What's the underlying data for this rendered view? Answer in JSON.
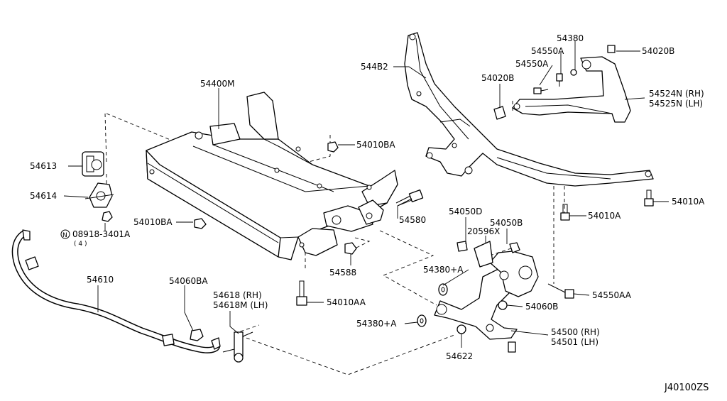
{
  "diagram_code": "J40100ZS",
  "callouts": {
    "p54400M": "54400M",
    "p54010BA_top": "54010BA",
    "p54010BA_left": "54010BA",
    "p54613": "54613",
    "p54614": "54614",
    "p08918": "08918-3401A",
    "p08918_qty": "( 4 )",
    "p08918_prefix": "N",
    "p54580": "54580",
    "p54588": "54588",
    "p54010AA": "54010AA",
    "p54610": "54610",
    "p54060BA": "54060BA",
    "p54618RH": "54618 (RH)",
    "p54618MLH": "54618M (LH)",
    "p544B2": "544B2",
    "p54380": "54380",
    "p54550A_1": "54550A",
    "p54550A_2": "54550A",
    "p54020B_top": "54020B",
    "p54020B_left": "54020B",
    "p54524N": "54524N (RH)",
    "p54525N": "54525N (LH)",
    "p54010A_right": "54010A",
    "p54010A_mid": "54010A",
    "p54050D": "54050D",
    "p54050B": "54050B",
    "p20596X": "20596X",
    "p54380A_1": "54380+A",
    "p54380A_2": "54380+A",
    "p54550AA": "54550AA",
    "p54060B": "54060B",
    "p54500": "54500 (RH)",
    "p54501": "54501 (LH)",
    "p54622": "54622"
  }
}
